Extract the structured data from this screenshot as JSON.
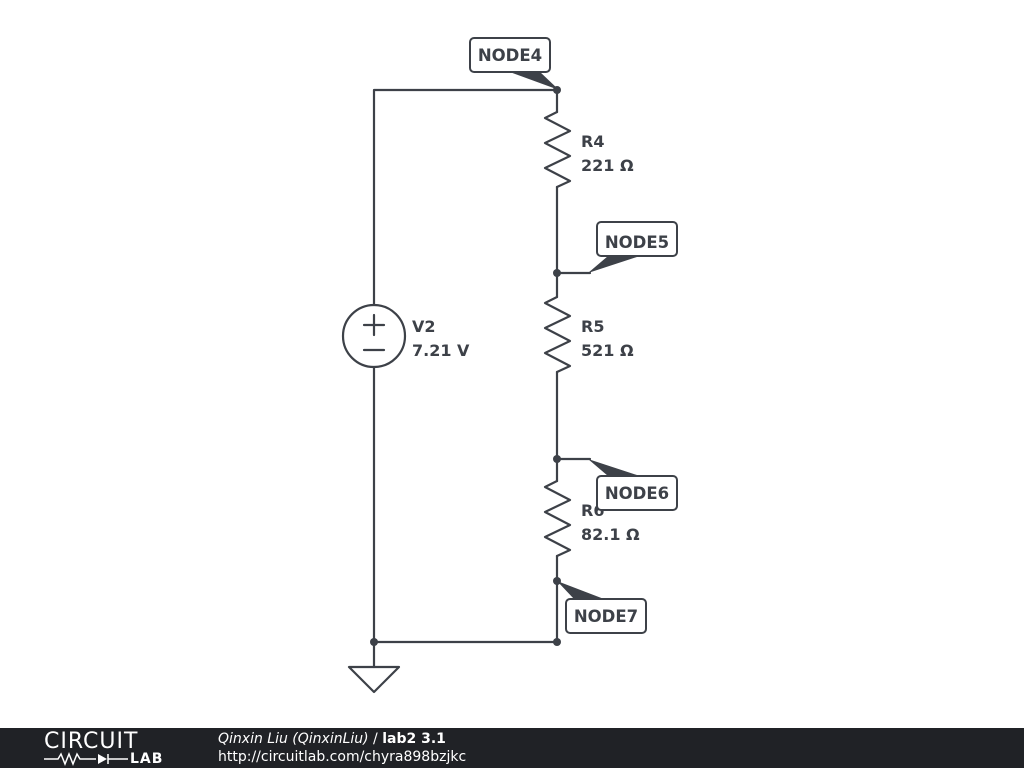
{
  "colors": {
    "ink": "#3d4148",
    "footer_bg": "#202226"
  },
  "components": {
    "v2": {
      "name": "V2",
      "value": "7.21 V",
      "icon": "voltage-source-icon"
    },
    "r4": {
      "name": "R4",
      "value": "221 Ω"
    },
    "r5": {
      "name": "R5",
      "value": "521 Ω"
    },
    "r6": {
      "name": "R6",
      "value": "82.1 Ω"
    }
  },
  "nodes": {
    "node4": "NODE4",
    "node5": "NODE5",
    "node6": "NODE6",
    "node7": "NODE7"
  },
  "footer": {
    "logo_top": "CIRCUIT",
    "logo_bottom": "LAB",
    "author": "Qinxin Liu (QinxinLiu)",
    "separator": " / ",
    "title": "lab2 3.1",
    "url": "http://circuitlab.com/chyra898bzjkc"
  }
}
